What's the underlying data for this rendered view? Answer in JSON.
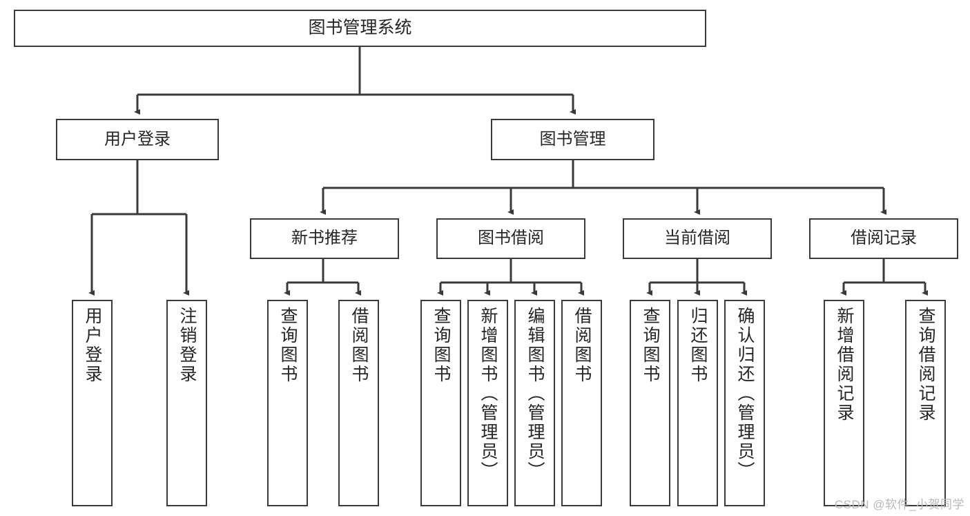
{
  "diagram": {
    "title": "图书管理系统",
    "type": "tree-hierarchy",
    "watermark": "CSDN @软件_小贺同学",
    "colors": {
      "box_border": "#3a3a3a",
      "box_fill": "#ffffff",
      "edge": "#3a3a3a",
      "text": "#262626",
      "watermark": "#b9b9b9",
      "background": "#ffffff"
    },
    "levels": {
      "root": {
        "label": "图书管理系统"
      },
      "level2": [
        {
          "label": "用户登录"
        },
        {
          "label": "图书管理"
        }
      ],
      "level3": [
        {
          "label": "新书推荐"
        },
        {
          "label": "图书借阅"
        },
        {
          "label": "当前借阅"
        },
        {
          "label": "借阅记录"
        }
      ],
      "leaves": {
        "user_login": [
          {
            "label": "用户登录"
          },
          {
            "label": "注销登录"
          }
        ],
        "new_book_recommend": [
          {
            "label": "查询图书"
          },
          {
            "label": "借阅图书"
          }
        ],
        "book_borrow": [
          {
            "label": "查询图书"
          },
          {
            "label": "新增图书（管理员）"
          },
          {
            "label": "编辑图书（管理员）"
          },
          {
            "label": "借阅图书"
          }
        ],
        "current_borrow": [
          {
            "label": "查询图书"
          },
          {
            "label": "归还图书"
          },
          {
            "label": "确认归还（管理员）"
          }
        ],
        "borrow_record": [
          {
            "label": "新增借阅记录"
          },
          {
            "label": "查询借阅记录"
          }
        ]
      }
    }
  }
}
